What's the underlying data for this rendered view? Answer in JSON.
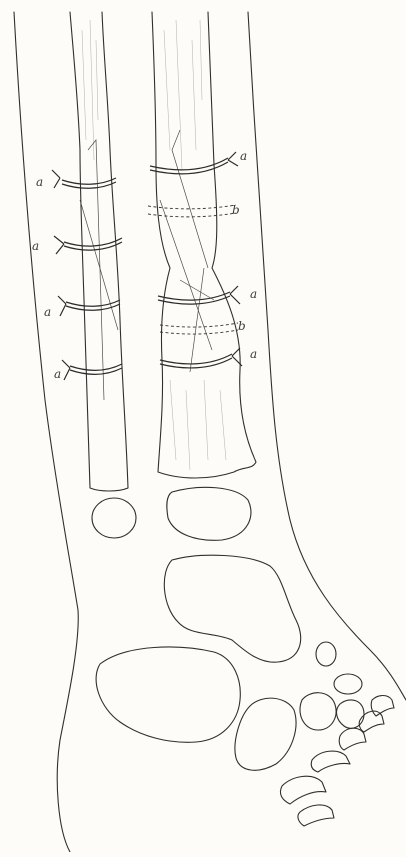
{
  "labels": {
    "l1": "a",
    "l2": "a",
    "l3": "a",
    "l4": "a",
    "r1": "a",
    "r2": "b",
    "r3": "a",
    "r4": "b",
    "r5": "a"
  },
  "colors": {
    "paper": "#fdfcf8",
    "ink": "#2f2f2f"
  }
}
